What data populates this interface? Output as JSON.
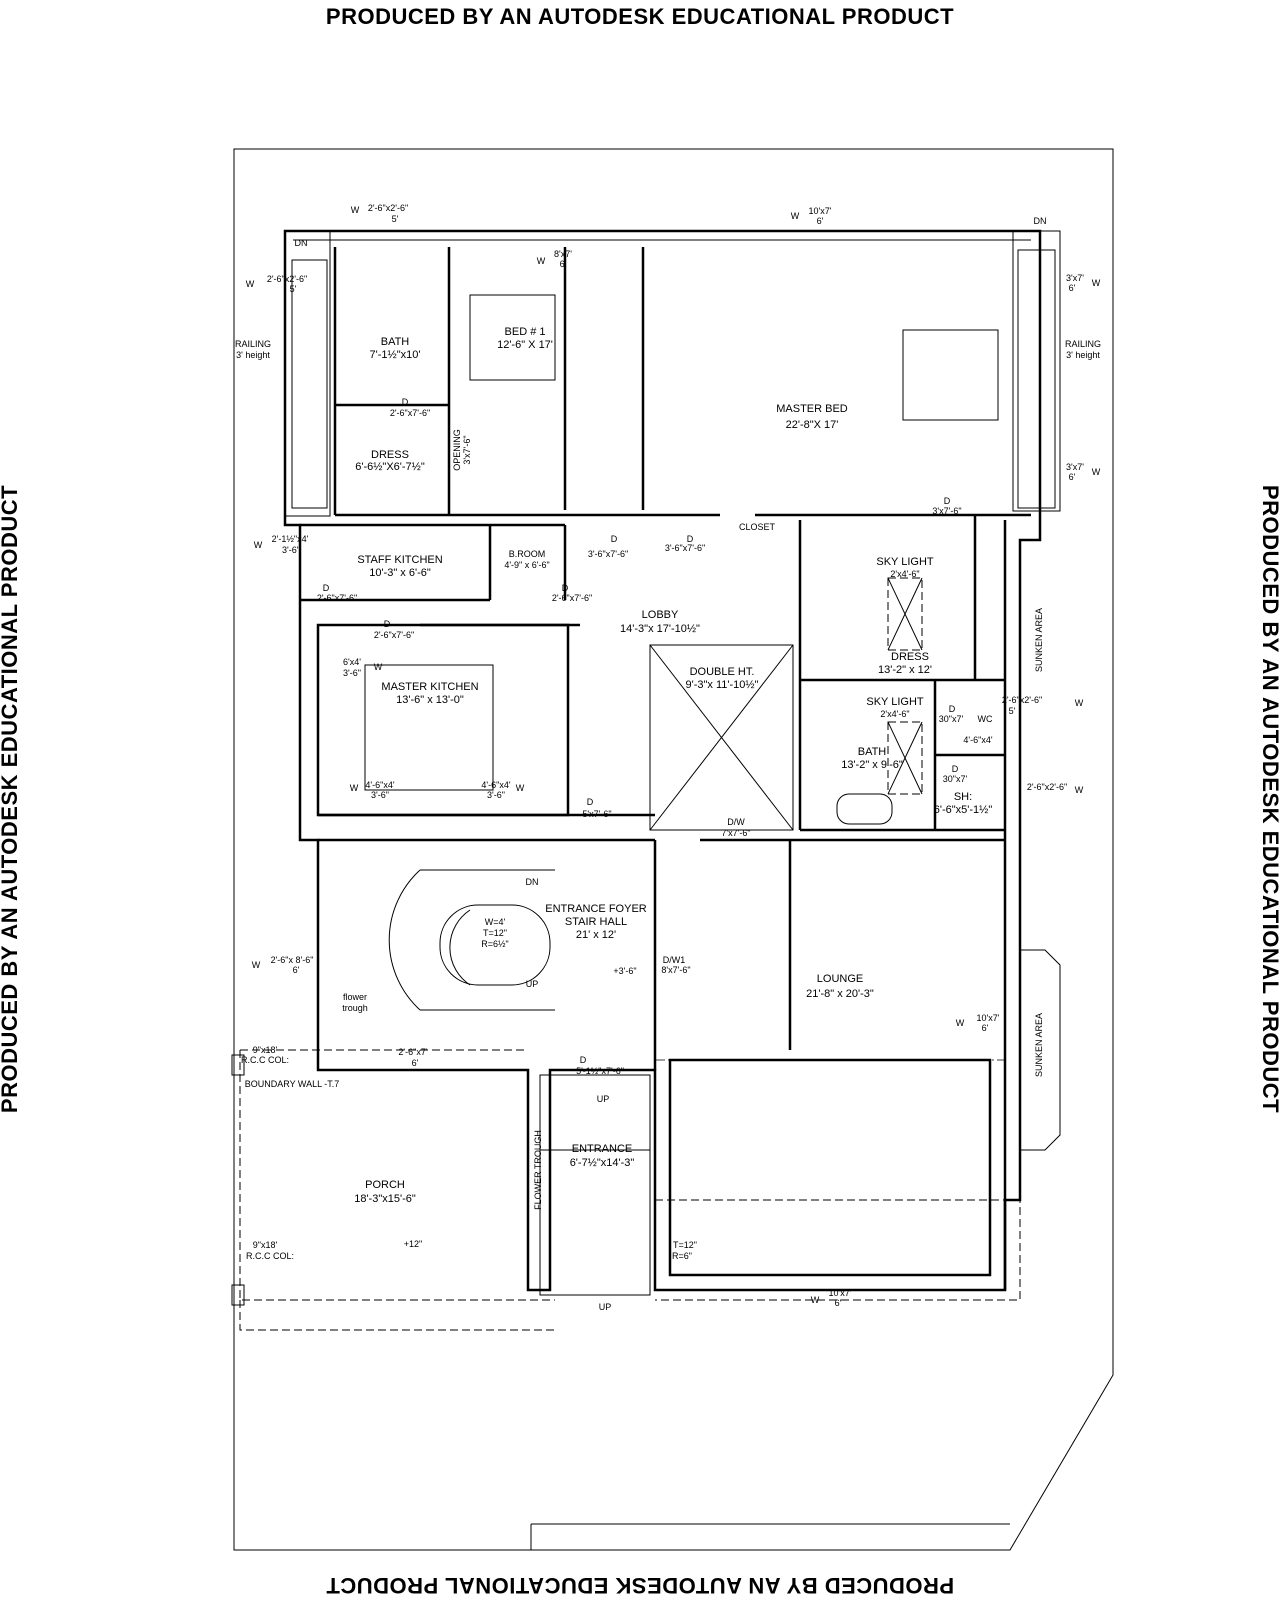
{
  "watermark": "PRODUCED BY AN AUTODESK EDUCATIONAL PRODUCT",
  "rooms": {
    "bed1": {
      "name": "BED # 1",
      "size": "12'-6\" X 17'"
    },
    "bath": {
      "name": "BATH",
      "size": "7'-1½\"x10'"
    },
    "dress1": {
      "name": "DRESS",
      "size": "6'-6½\"X6'-7½\""
    },
    "master_bed": {
      "name": "MASTER BED",
      "size": "22'-8\"X 17'"
    },
    "staff_kitchen": {
      "name": "STAFF KITCHEN",
      "size": "10'-3\" x 6'-6\""
    },
    "b_room": {
      "name": "B.ROOM",
      "size": "4'-9\" x 6'-6\""
    },
    "lobby": {
      "name": "LOBBY",
      "size": "14'-3\"x 17'-10½\""
    },
    "double_ht": {
      "name": "DOUBLE HT.",
      "size": "9'-3\"x 11'-10½\""
    },
    "master_kitchen": {
      "name": "MASTER KITCHEN",
      "size": "13'-6\" x 13'-0\""
    },
    "sky_light1": {
      "name": "SKY LIGHT",
      "size": "2'x4'-6\""
    },
    "dress2": {
      "name": "DRESS",
      "size": "13'-2\" x 12'"
    },
    "sky_light2": {
      "name": "SKY LIGHT",
      "size": "2'x4'-6\""
    },
    "bath2": {
      "name": "BATH",
      "size": "13'-2\" x 9'-6\""
    },
    "wc": {
      "name": "WC",
      "size": "4'-6\"x4'"
    },
    "sh": {
      "name": "SH:",
      "size": "6'-6\"x5'-1½\""
    },
    "foyer": {
      "name": "ENTRANCE FOYER",
      "name2": "STAIR HALL",
      "size": "21' x 12'"
    },
    "lounge": {
      "name": "LOUNGE",
      "size": "21'-8\" x 20'-3\""
    },
    "entrance": {
      "name": "ENTRANCE",
      "size": "6'-7½\"x14'-3\""
    },
    "porch": {
      "name": "PORCH",
      "size": "18'-3\"x15'-6\""
    }
  },
  "labels": {
    "closet": "CLOSET",
    "sunken1": "SUNKEN AREA",
    "sunken2": "SUNKEN AREA",
    "opening": "OPENING",
    "opening_size": "3'x7'-6\"",
    "railing_l": "RAILING",
    "railing_l2": "3' height",
    "railing_r": "RAILING",
    "railing_r2": "3' height",
    "flower_trough": "flower",
    "flower_trough2": "trough",
    "flower_trough_v": "FLOWER TROUGH",
    "boundary": "BOUNDARY WALL -T.7",
    "rcc1": "9\"x18'",
    "rcc1b": "R.C.C COL:",
    "rcc2": "9\"x18'",
    "rcc2b": "R.C.C COL:",
    "stair_w": "W=4'",
    "stair_t": "T=12\"",
    "stair_r": "R=6½\"",
    "step_t": "T=12\"",
    "step_r": "R=6\"",
    "level_foyer": "+3'-6\"",
    "level_porch": "+12\"",
    "dn": "DN",
    "up": "UP",
    "d": "D",
    "w": "W",
    "dw": "D/W",
    "dw1": "D/W1"
  },
  "dims": {
    "w_top1": "2'-6\"x2'-6\"",
    "w_top1b": "5'",
    "w_top2": "10'x7'",
    "w_top2b": "6'",
    "w_bed1": "8'x7'",
    "w_bed1b": "6'",
    "w_left1": "2'-6\"x2'-6\"",
    "w_left1b": "5'",
    "w_right1": "3'x7'",
    "w_right1b": "6'",
    "w_right2": "3'x7'",
    "w_right2b": "6'",
    "w_sk": "2'-1½\"x4'",
    "w_skb": "3'-6\"",
    "w_mk": "6'x4'",
    "w_mkb": "3'-6\"",
    "w_mk2": "4'-6\"x4'",
    "w_mk2b": "3'-6\"",
    "w_mk3": "4'-6\"x4'",
    "w_mk3b": "3'-6\"",
    "w_wc": "2'-6\"x2'-6\"",
    "w_wcb": "5'",
    "w_sh": "2'-6\"x2'-6\"",
    "w_stair": "2'-6\"x 8'-6\"",
    "w_stairb": "6'",
    "w_lounge": "10'x7'",
    "w_loungeb": "6'",
    "w_bottom": "10'x7'",
    "w_bottomb": "6'",
    "w_foyer": "2'-6\"x7'",
    "w_foyerb": "6'",
    "d_bath": "2'-6\"x7'-6\"",
    "d_lobby1": "3'-6\"x7'-6\"",
    "d_lobby2": "3'-6\"x7'-6\"",
    "d_master": "3'x7'-6\"",
    "d_sk": "2'-6\"x7'-6\"",
    "d_br": "2'-6\"x7'-6\"",
    "d_mk": "2'-6\"x7'-6\"",
    "d_foyer": "5'x7'-6\"",
    "d_dw": "7'x7'-6\"",
    "d_dw1": "8'x7'-6\"",
    "d_ent": "5'-1½\"x7'-6\"",
    "d_wc": "30\"x7'",
    "d_sh": "30\"x7'"
  }
}
